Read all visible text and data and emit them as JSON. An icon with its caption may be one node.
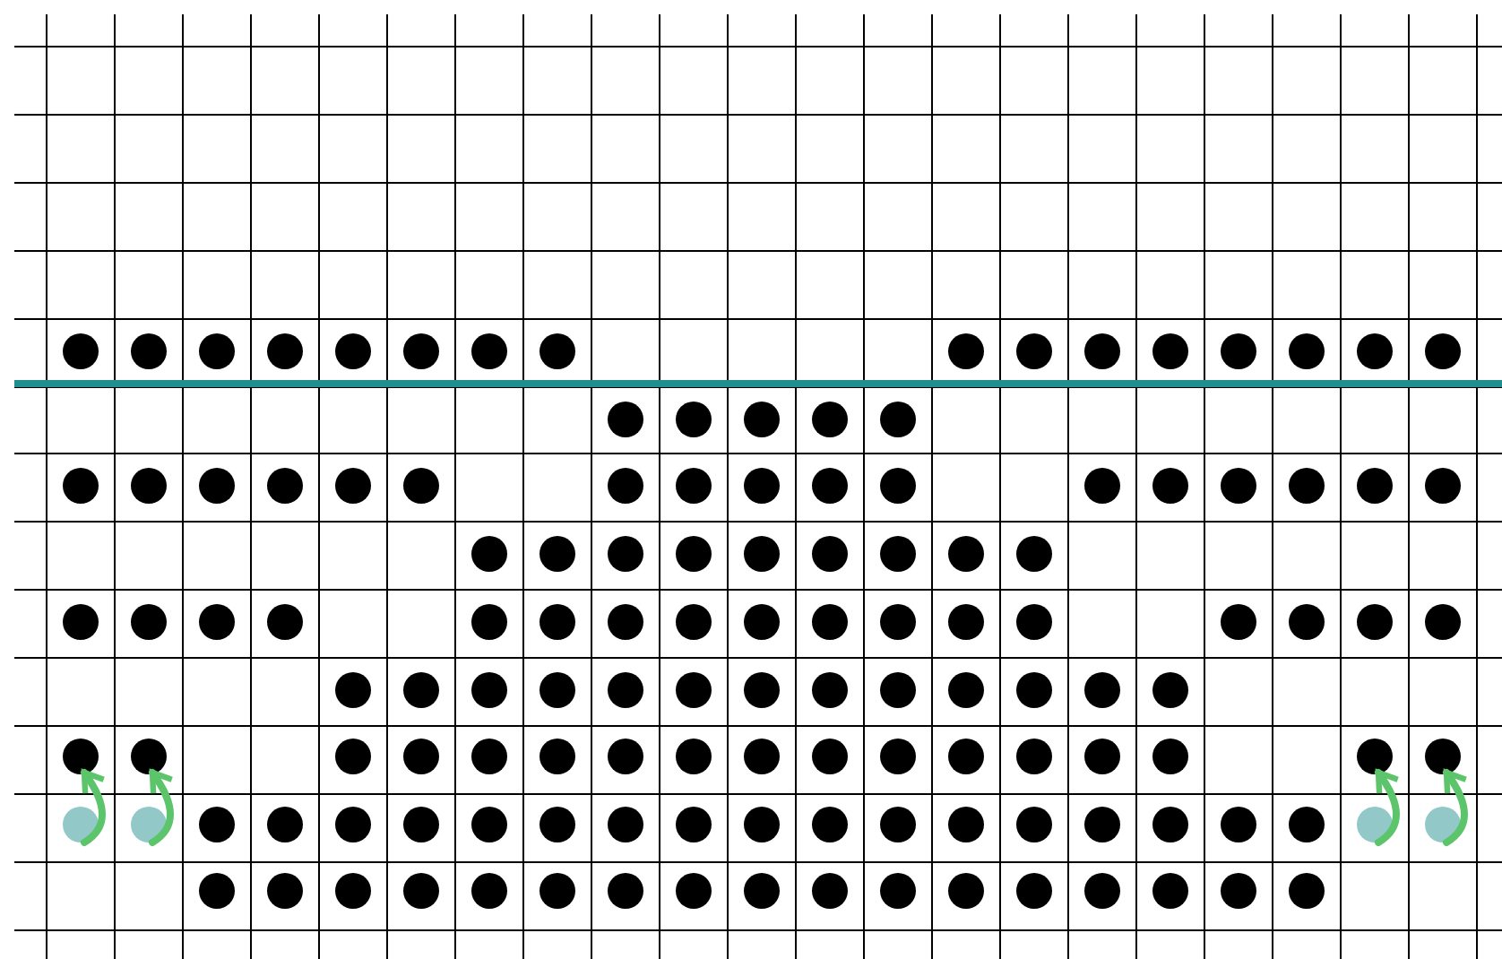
{
  "diagram": {
    "nodes": [
      {
        "text": [],
        "shape": "circle"
      },
      {
        "text": [],
        "shape": "circle"
      },
      {
        "text": [],
        "shape": "circle"
      },
      {
        "text": [],
        "shape": "circle"
      },
      {
        "text": [],
        "shape": "circle"
      },
      {
        "text": [],
        "shape": "circle"
      },
      {
        "text": [],
        "shape": "circle"
      },
      {
        "text": [],
        "shape": "circle"
      },
      {
        "text": [],
        "shape": "circle"
      },
      {
        "text": [],
        "shape": "circle"
      },
      {
        "text": [],
        "shape": "circle"
      },
      {
        "text": [],
        "shape": "circle"
      },
      {
        "text": [],
        "shape": "circle"
      },
      {
        "text": [],
        "shape": "circle"
      },
      {
        "text": [],
        "shape": "circle"
      },
      {
        "text": [],
        "shape": "circle"
      },
      {
        "text": [],
        "shape": "circle"
      },
      {
        "text": [],
        "shape": "circle"
      },
      {
        "text": [],
        "shape": "circle"
      },
      {
        "text": [],
        "shape": "circle"
      },
      {
        "text": [],
        "shape": "circle"
      },
      {
        "text": [],
        "shape": "circle"
      },
      {
        "text": [],
        "shape": "circle"
      },
      {
        "text": [],
        "shape": "circle"
      },
      {
        "text": [],
        "shape": "circle"
      },
      {
        "text": [],
        "shape": "circle"
      },
      {
        "text": [],
        "shape": "circle"
      },
      {
        "text": [],
        "shape": "circle"
      },
      {
        "text": [],
        "shape": "circle"
      },
      {
        "text": [],
        "shape": "circle"
      },
      {
        "text": [],
        "shape": "circle"
      },
      {
        "text": [],
        "shape": "circle"
      },
      {
        "text": [],
        "shape": "circle"
      },
      {
        "text": [],
        "shape": "circle"
      },
      {
        "text": [],
        "shape": "circle"
      },
      {
        "text": [],
        "shape": "circle"
      },
      {
        "text": [],
        "shape": "circle"
      },
      {
        "text": [],
        "shape": "circle"
      },
      {
        "text": [],
        "shape": "circle"
      },
      {
        "text": [],
        "shape": "circle"
      },
      {
        "text": [],
        "shape": "circle"
      },
      {
        "text": [],
        "shape": "circle"
      },
      {
        "text": [],
        "shape": "circle"
      },
      {
        "text": [],
        "shape": "circle"
      },
      {
        "text": [],
        "shape": "circle"
      },
      {
        "text": [],
        "shape": "circle"
      },
      {
        "text": [],
        "shape": "circle"
      },
      {
        "text": [],
        "shape": "circle"
      },
      {
        "text": [],
        "shape": "circle"
      },
      {
        "text": [],
        "shape": "circle"
      },
      {
        "text": [],
        "shape": "circle"
      },
      {
        "text": [],
        "shape": "circle"
      },
      {
        "text": [],
        "shape": "circle"
      },
      {
        "text": [],
        "shape": "circle"
      },
      {
        "text": [],
        "shape": "circle"
      },
      {
        "text": [],
        "shape": "circle"
      },
      {
        "text": [],
        "shape": "circle"
      },
      {
        "text": [],
        "shape": "circle"
      },
      {
        "text": [],
        "shape": "circle"
      },
      {
        "text": [],
        "shape": "circle"
      },
      {
        "text": [],
        "shape": "circle"
      },
      {
        "text": [],
        "shape": "circle"
      },
      {
        "text": [],
        "shape": "circle"
      },
      {
        "text": [],
        "shape": "circle"
      },
      {
        "text": [],
        "shape": "circle"
      },
      {
        "text": [],
        "shape": "circle"
      },
      {
        "text": [],
        "shape": "circle"
      },
      {
        "text": [],
        "shape": "circle"
      },
      {
        "text": [],
        "shape": "circle"
      },
      {
        "text": [],
        "shape": "circle"
      },
      {
        "text": [],
        "shape": "circle"
      },
      {
        "text": [],
        "shape": "circle"
      },
      {
        "text": [],
        "shape": "circle"
      },
      {
        "text": [],
        "shape": "circle"
      },
      {
        "text": [],
        "shape": "circle"
      },
      {
        "text": [],
        "shape": "circle"
      },
      {
        "text": [],
        "shape": "circle"
      },
      {
        "text": [],
        "shape": "circle"
      },
      {
        "text": [],
        "shape": "circle"
      },
      {
        "text": [],
        "shape": "circle"
      },
      {
        "text": [],
        "shape": "circle"
      },
      {
        "text": [],
        "shape": "circle"
      },
      {
        "text": [],
        "shape": "circle"
      },
      {
        "text": [],
        "shape": "circle"
      },
      {
        "text": [],
        "shape": "circle"
      },
      {
        "text": [],
        "shape": "circle"
      },
      {
        "text": [],
        "shape": "circle"
      },
      {
        "text": [],
        "shape": "circle"
      },
      {
        "text": [],
        "shape": "circle"
      },
      {
        "text": [],
        "shape": "circle"
      },
      {
        "text": [],
        "shape": "circle"
      },
      {
        "text": [],
        "shape": "circle"
      },
      {
        "text": [],
        "shape": "circle"
      },
      {
        "text": [],
        "shape": "circle"
      },
      {
        "text": [],
        "shape": "circle"
      },
      {
        "text": [],
        "shape": "circle"
      },
      {
        "text": [],
        "shape": "circle"
      },
      {
        "text": [],
        "shape": "circle"
      },
      {
        "text": [],
        "shape": "circle"
      },
      {
        "text": [],
        "shape": "circle"
      },
      {
        "text": [],
        "shape": "circle"
      },
      {
        "text": [],
        "shape": "circle"
      },
      {
        "text": [],
        "shape": "circle"
      },
      {
        "text": [],
        "shape": "circle"
      },
      {
        "text": [],
        "shape": "circle"
      },
      {
        "text": [],
        "shape": "circle"
      },
      {
        "text": [],
        "shape": "circle"
      },
      {
        "text": [],
        "shape": "circle"
      },
      {
        "text": [],
        "shape": "circle"
      },
      {
        "text": [],
        "shape": "circle"
      },
      {
        "text": [],
        "shape": "circle"
      },
      {
        "text": [],
        "shape": "circle"
      },
      {
        "text": [],
        "shape": "circle"
      },
      {
        "text": [],
        "shape": "circle"
      },
      {
        "text": [],
        "shape": "circle"
      },
      {
        "text": [],
        "shape": "circle"
      },
      {
        "text": [],
        "shape": "circle"
      },
      {
        "text": [],
        "shape": "circle"
      },
      {
        "text": [],
        "shape": "circle"
      },
      {
        "text": [],
        "shape": "circle"
      },
      {
        "text": [],
        "shape": "circle"
      },
      {
        "text": [],
        "shape": "circle"
      },
      {
        "text": [],
        "shape": "circle"
      },
      {
        "text": [],
        "shape": "circle"
      },
      {
        "text": [],
        "shape": "circle"
      },
      {
        "text": [],
        "shape": "circle"
      },
      {
        "text": [],
        "shape": "circle"
      },
      {
        "text": [],
        "shape": "circle"
      },
      {
        "text": [],
        "shape": "circle"
      },
      {
        "text": [],
        "shape": "circle"
      },
      {
        "text": [],
        "shape": "circle"
      },
      {
        "text": [],
        "shape": "circle"
      }
    ],
    "edges": [
      {
        "from": 94,
        "to": 77,
        "arrow": "to"
      },
      {
        "from": 95,
        "to": 78,
        "arrow": "to"
      },
      {
        "from": 113,
        "to": 92,
        "arrow": "to"
      },
      {
        "from": 114,
        "to": 93,
        "arrow": "to"
      }
    ]
  }
}
